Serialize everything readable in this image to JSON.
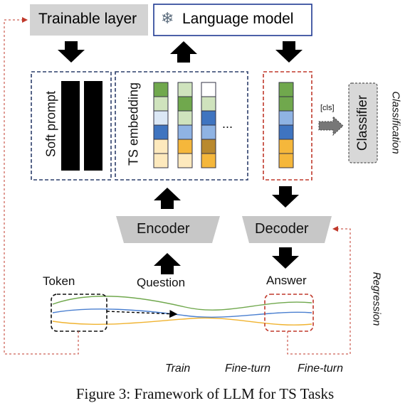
{
  "top": {
    "trainable_label": "Trainable layer",
    "frozen_icon": "snowflake-icon",
    "language_model_label": "Language model"
  },
  "blocks": {
    "soft_prompt": "Soft prompt",
    "ts_embedding": "TS embedding",
    "ellipsis": "...",
    "cls_tag": "[cls]",
    "classifier": "Classifier",
    "classification": "Classification",
    "encoder": "Encoder",
    "decoder": "Decoder",
    "question": "Question",
    "answer": "Answer",
    "token": "Token",
    "regression": "Regression"
  },
  "bottom": {
    "train": "Train",
    "fine_turn_1": "Fine-turn",
    "fine_turn_2": "Fine-turn"
  },
  "caption": "Figure 3: Framework of LLM for TS Tasks",
  "colors": {
    "trainable_fill": "#d3d3d3",
    "lm_border": "#1f3a93",
    "dash_blue": "#2c3e6b",
    "dash_red": "#c0392b",
    "green_dark": "#70a84d",
    "green_light": "#cfe3bd",
    "blue_light": "#dbe7f5",
    "blue_mid": "#8fb3e3",
    "blue_dark": "#3f74c0",
    "yellow": "#f5b73b",
    "yellow_light": "#fde9bd",
    "brown": "#b9892e"
  }
}
